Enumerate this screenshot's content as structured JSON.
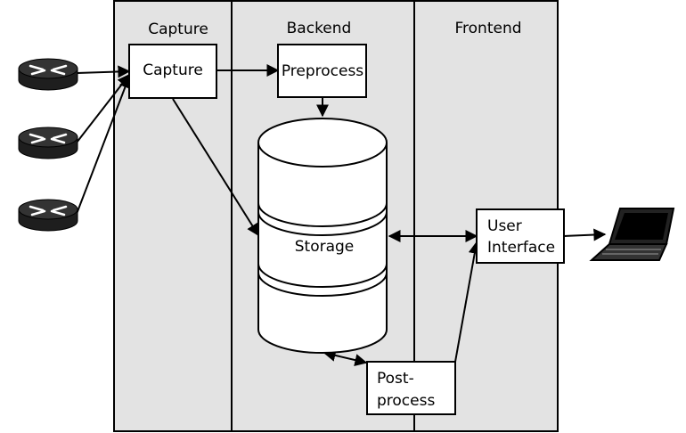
{
  "colors": {
    "lane_fill": "#e3e3e3",
    "box_fill": "#ffffff",
    "stroke": "#000000"
  },
  "lanes": [
    {
      "title": "Capture"
    },
    {
      "title": "Backend"
    },
    {
      "title": "Frontend"
    }
  ],
  "boxes": {
    "capture": {
      "label": "Capture"
    },
    "preprocess": {
      "label": "Preprocess"
    },
    "storage": {
      "label": "Storage"
    },
    "user_interface": {
      "line1": "User",
      "line2": "Interface"
    },
    "postprocess": {
      "line1": "Post-",
      "line2": "process"
    }
  },
  "icons": {
    "routers": [
      "router-icon",
      "router-icon",
      "router-icon"
    ],
    "client": "laptop-icon"
  }
}
